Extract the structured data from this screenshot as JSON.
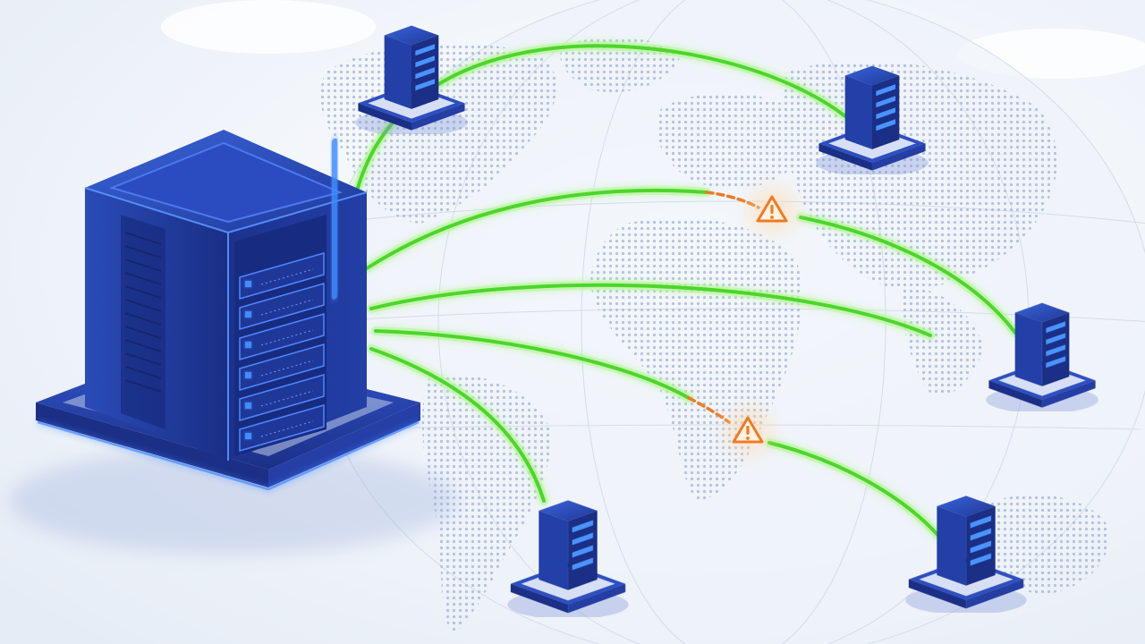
{
  "scene": {
    "description_free": true,
    "hub": {
      "icon": "server-rack-icon",
      "led_rows": 6,
      "color": "#2f52c4"
    },
    "nodes": [
      {
        "id": "northwest",
        "icon": "server-icon",
        "status": "ok"
      },
      {
        "id": "north-europe",
        "icon": "server-icon",
        "status": "ok"
      },
      {
        "id": "east-asia",
        "icon": "server-icon",
        "status": "ok"
      },
      {
        "id": "south-america",
        "icon": "server-icon",
        "status": "ok"
      },
      {
        "id": "australia",
        "icon": "server-icon",
        "status": "ok"
      }
    ],
    "links": [
      {
        "to": "northwest",
        "status": "ok"
      },
      {
        "to": "north-europe",
        "status": "ok"
      },
      {
        "to": "east-asia",
        "status": "degraded",
        "alert_icon": "warning-triangle-icon"
      },
      {
        "to": "east-asia",
        "status": "ok"
      },
      {
        "to": "australia",
        "status": "degraded",
        "alert_icon": "warning-triangle-icon"
      },
      {
        "to": "south-america",
        "status": "ok"
      }
    ],
    "colors": {
      "link_ok": "#4cd62a",
      "link_glow": "#b8f59c",
      "link_degraded": "#f07a22",
      "warning": "#f5a623",
      "server_blue": "#2f52c4",
      "server_dark": "#1c2f86",
      "led": "#3f8cff",
      "map_land": "#b9c6de",
      "background": "#f3f6fb"
    }
  }
}
